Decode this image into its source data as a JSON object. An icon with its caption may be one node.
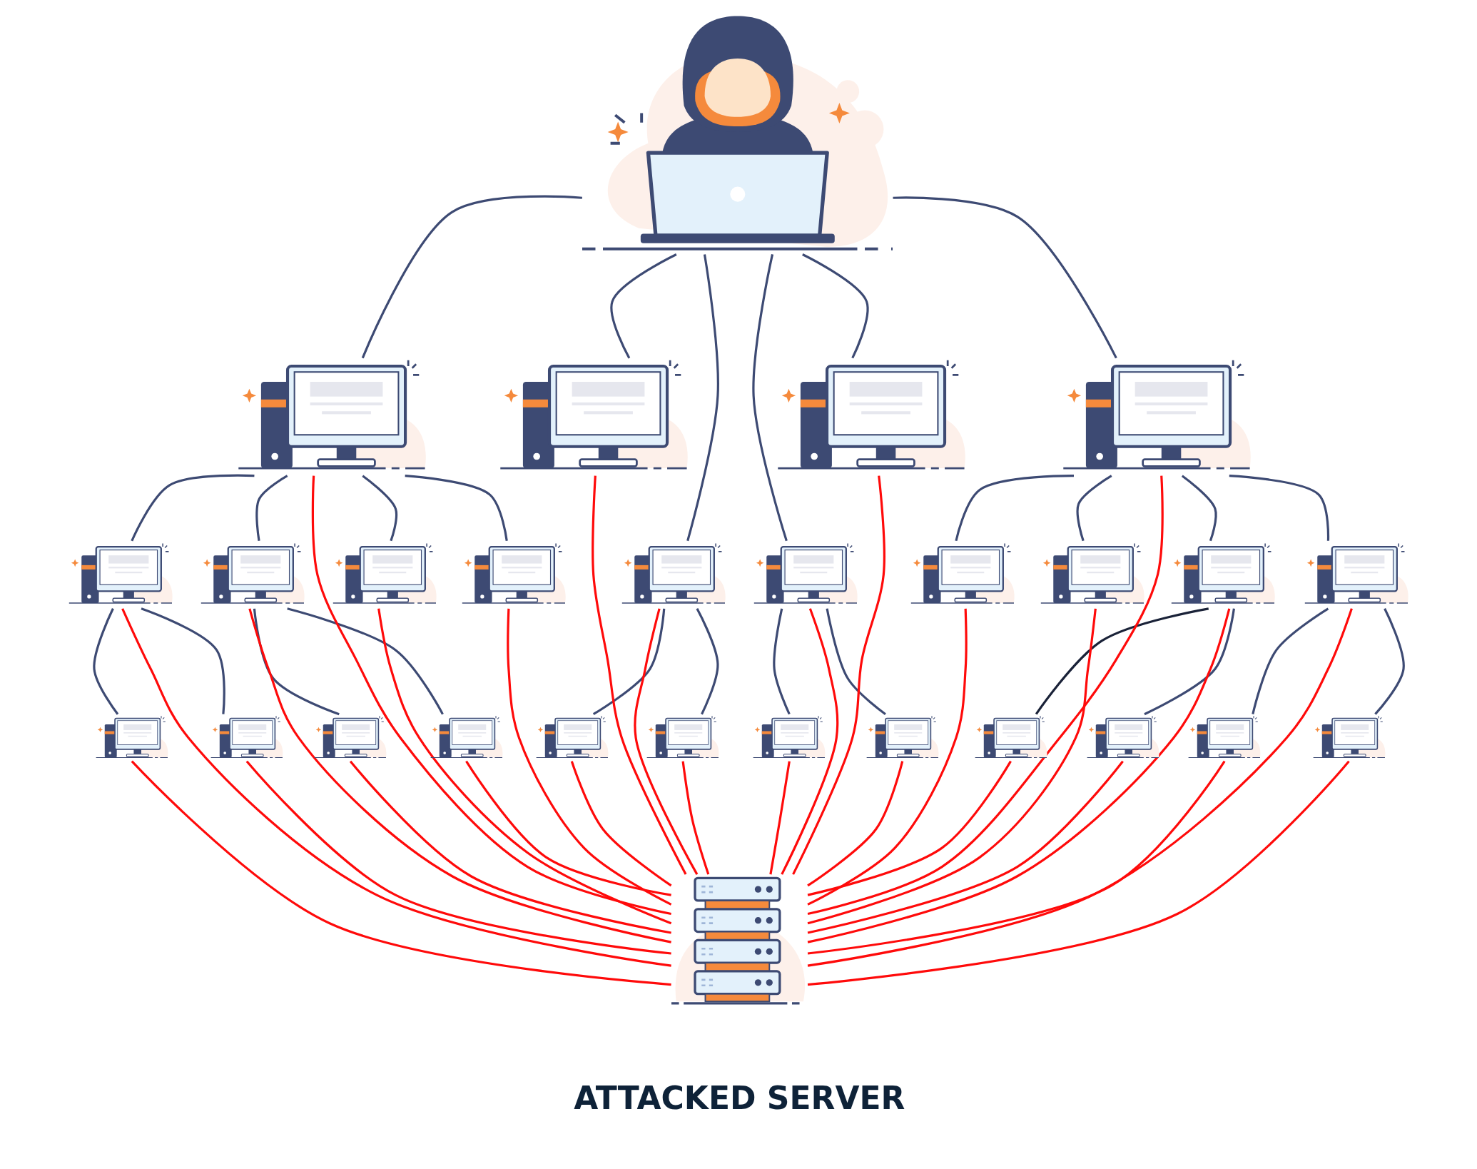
{
  "diagram": {
    "nodes": [
      {
        "text": [],
        "shape": "picture"
      },
      {
        "text": [],
        "shape": "picture"
      },
      {
        "text": [],
        "shape": "picture"
      },
      {
        "text": [],
        "shape": "picture"
      },
      {
        "text": [],
        "shape": "picture"
      },
      {
        "text": [],
        "shape": "picture"
      },
      {
        "text": [],
        "shape": "picture"
      },
      {
        "text": [],
        "shape": "picture"
      },
      {
        "text": [],
        "shape": "picture"
      },
      {
        "text": [],
        "shape": "picture"
      },
      {
        "text": [],
        "shape": "picture"
      },
      {
        "text": [],
        "shape": "picture"
      },
      {
        "text": [],
        "shape": "picture"
      },
      {
        "text": [],
        "shape": "picture"
      },
      {
        "text": [],
        "shape": "picture"
      },
      {
        "text": [],
        "shape": "picture"
      },
      {
        "text": [],
        "shape": "picture"
      },
      {
        "text": [],
        "shape": "picture"
      },
      {
        "text": [],
        "shape": "picture"
      },
      {
        "text": [],
        "shape": "picture"
      },
      {
        "text": [],
        "shape": "picture"
      },
      {
        "text": [],
        "shape": "picture"
      },
      {
        "text": [],
        "shape": "picture"
      },
      {
        "text": [],
        "shape": "picture"
      },
      {
        "text": [],
        "shape": "picture"
      },
      {
        "text": [],
        "shape": "picture"
      },
      {
        "text": [],
        "shape": "picture"
      },
      {
        "text": [],
        "shape": "picture",
        "beside": [
          "ATTACKED SERVER"
        ]
      }
    ],
    "edges": [
      {
        "from": 0,
        "to": 1,
        "arrow": "none",
        "color": "#3d4a73"
      },
      {
        "from": 0,
        "to": 2,
        "arrow": "none",
        "color": "#3d4a73"
      },
      {
        "from": 0,
        "to": 3,
        "arrow": "none",
        "color": "#3d4a73"
      },
      {
        "from": 0,
        "to": 4,
        "arrow": "none",
        "color": "#3d4a73"
      },
      {
        "from": 0,
        "to": 9,
        "arrow": "none",
        "color": "#3d4a73"
      },
      {
        "from": 0,
        "to": 10,
        "arrow": "none",
        "color": "#3d4a73"
      },
      {
        "from": 1,
        "to": 5,
        "arrow": "none",
        "color": "#3d4a73"
      },
      {
        "from": 1,
        "to": 6,
        "arrow": "none",
        "color": "#3d4a73"
      },
      {
        "from": 1,
        "to": 7,
        "arrow": "none",
        "color": "#3d4a73"
      },
      {
        "from": 1,
        "to": 8,
        "arrow": "none",
        "color": "#3d4a73"
      },
      {
        "from": 4,
        "to": 11,
        "arrow": "none",
        "color": "#3d4a73"
      },
      {
        "from": 4,
        "to": 12,
        "arrow": "none",
        "color": "#3d4a73"
      },
      {
        "from": 4,
        "to": 13,
        "arrow": "none",
        "color": "#3d4a73"
      },
      {
        "from": 4,
        "to": 14,
        "arrow": "none",
        "color": "#3d4a73"
      },
      {
        "from": 5,
        "to": 15,
        "arrow": "none",
        "color": "#3d4a73"
      },
      {
        "from": 5,
        "to": 16,
        "arrow": "none",
        "color": "#3d4a73"
      },
      {
        "from": 6,
        "to": 17,
        "arrow": "none",
        "color": "#3d4a73"
      },
      {
        "from": 6,
        "to": 18,
        "arrow": "none",
        "color": "#3d4a73"
      },
      {
        "from": 9,
        "to": 19,
        "arrow": "none",
        "color": "#3d4a73"
      },
      {
        "from": 9,
        "to": 20,
        "arrow": "none",
        "color": "#3d4a73"
      },
      {
        "from": 10,
        "to": 21,
        "arrow": "none",
        "color": "#3d4a73"
      },
      {
        "from": 10,
        "to": 22,
        "arrow": "none",
        "color": "#3d4a73"
      },
      {
        "from": 13,
        "to": 23,
        "arrow": "none",
        "color": "#1a2238"
      },
      {
        "from": 13,
        "to": 24,
        "arrow": "none",
        "color": "#3d4a73"
      },
      {
        "from": 14,
        "to": 25,
        "arrow": "none",
        "color": "#3d4a73"
      },
      {
        "from": 14,
        "to": 26,
        "arrow": "none",
        "color": "#3d4a73"
      },
      {
        "from": 1,
        "to": 27,
        "arrow": "none"
      },
      {
        "from": 2,
        "to": 27,
        "arrow": "none"
      },
      {
        "from": 3,
        "to": 27,
        "arrow": "none"
      },
      {
        "from": 4,
        "to": 27,
        "arrow": "none"
      },
      {
        "from": 5,
        "to": 27,
        "arrow": "none"
      },
      {
        "from": 6,
        "to": 27,
        "arrow": "none"
      },
      {
        "from": 7,
        "to": 27,
        "arrow": "none"
      },
      {
        "from": 8,
        "to": 27,
        "arrow": "none"
      },
      {
        "from": 9,
        "to": 27,
        "arrow": "none"
      },
      {
        "from": 10,
        "to": 27,
        "arrow": "none"
      },
      {
        "from": 11,
        "to": 27,
        "arrow": "none"
      },
      {
        "from": 12,
        "to": 27,
        "arrow": "none"
      },
      {
        "from": 13,
        "to": 27,
        "arrow": "none"
      },
      {
        "from": 14,
        "to": 27,
        "arrow": "none"
      },
      {
        "from": 15,
        "to": 27,
        "arrow": "none"
      },
      {
        "from": 16,
        "to": 27,
        "arrow": "none"
      },
      {
        "from": 17,
        "to": 27,
        "arrow": "none"
      },
      {
        "from": 18,
        "to": 27,
        "arrow": "none"
      },
      {
        "from": 19,
        "to": 27,
        "arrow": "none"
      },
      {
        "from": 20,
        "to": 27,
        "arrow": "none"
      },
      {
        "from": 21,
        "to": 27,
        "arrow": "none"
      },
      {
        "from": 22,
        "to": 27,
        "arrow": "none"
      },
      {
        "from": 23,
        "to": 27,
        "arrow": "none"
      },
      {
        "from": 24,
        "to": 27,
        "arrow": "none"
      },
      {
        "from": 25,
        "to": 27,
        "arrow": "none"
      },
      {
        "from": 26,
        "to": 27,
        "arrow": "none"
      }
    ]
  }
}
